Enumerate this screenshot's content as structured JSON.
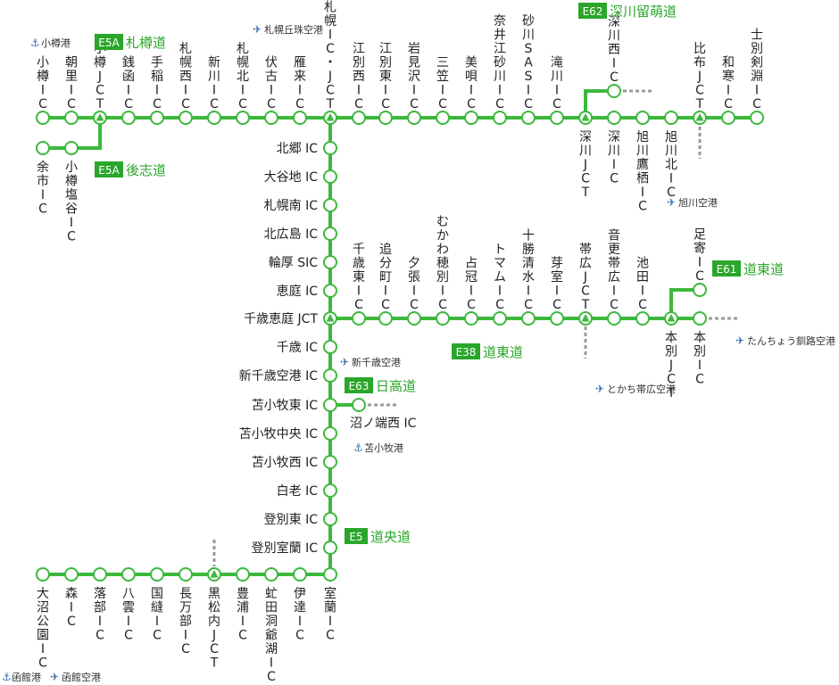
{
  "routes": {
    "e5a_sapporo": {
      "code": "E5A",
      "name": "札樽道"
    },
    "e5a_shiribeshi": {
      "code": "E5A",
      "name": "後志道"
    },
    "e62": {
      "code": "E62",
      "name": "深川留萌道"
    },
    "e61": {
      "code": "E61",
      "name": "道東道"
    },
    "e38": {
      "code": "E38",
      "name": "道東道"
    },
    "e63": {
      "code": "E63",
      "name": "日高道"
    },
    "e5": {
      "code": "E5",
      "name": "道央道"
    }
  },
  "top_line": [
    {
      "name": "小樽IC",
      "jct": false
    },
    {
      "name": "朝里IC",
      "jct": false
    },
    {
      "name": "小樽JCT",
      "jct": true
    },
    {
      "name": "銭函IC",
      "jct": false
    },
    {
      "name": "手稲IC",
      "jct": false
    },
    {
      "name": "札幌西IC",
      "jct": false
    },
    {
      "name": "新川IC",
      "jct": false
    },
    {
      "name": "札幌北IC",
      "jct": false
    },
    {
      "name": "伏古IC",
      "jct": false
    },
    {
      "name": "雁来IC",
      "jct": false
    },
    {
      "name": "札幌IC・JCT",
      "jct": true
    },
    {
      "name": "江別西IC",
      "jct": false
    },
    {
      "name": "江別東IC",
      "jct": false
    },
    {
      "name": "岩見沢IC",
      "jct": false
    },
    {
      "name": "三笠IC",
      "jct": false
    },
    {
      "name": "美唄IC",
      "jct": false
    },
    {
      "name": "奈井江砂川IC",
      "jct": false
    },
    {
      "name": "砂川SASIC",
      "jct": false
    },
    {
      "name": "滝川IC",
      "jct": false
    },
    {
      "name": "深川JCT",
      "jct": true
    },
    {
      "name": "深川IC",
      "jct": false
    },
    {
      "name": "旭川鷹栖IC",
      "jct": false
    },
    {
      "name": "旭川北IC",
      "jct": false
    },
    {
      "name": "比布JCT",
      "jct": true
    },
    {
      "name": "和寒IC",
      "jct": false
    },
    {
      "name": "士別剣淵IC",
      "jct": false
    }
  ],
  "shiribeshi_line": [
    "余市IC",
    "小樽塩谷IC"
  ],
  "rumoi_line": [
    "深川西IC"
  ],
  "e5_vertical": [
    "北郷 IC",
    "大谷地 IC",
    "札幌南 IC",
    "北広島 IC",
    "輪厚 SIC",
    "恵庭 IC",
    "千歳恵庭 JCT",
    "千歳 IC",
    "新千歳空港 IC",
    "苫小牧東 IC",
    "苫小牧中央 IC",
    "苫小牧西 IC",
    "白老 IC",
    "登別東 IC",
    "登別室蘭 IC"
  ],
  "hidaka_line": [
    "沼ノ端西 IC"
  ],
  "doto_line": [
    {
      "name": "千歳東IC",
      "jct": false
    },
    {
      "name": "追分町IC",
      "jct": false
    },
    {
      "name": "夕張IC",
      "jct": false
    },
    {
      "name": "むかわ穂別IC",
      "jct": false
    },
    {
      "name": "占冠IC",
      "jct": false
    },
    {
      "name": "トマムIC",
      "jct": false
    },
    {
      "name": "十勝清水IC",
      "jct": false
    },
    {
      "name": "芽室IC",
      "jct": false
    },
    {
      "name": "帯広JCT",
      "jct": true
    },
    {
      "name": "音更帯広IC",
      "jct": false
    },
    {
      "name": "池田IC",
      "jct": false
    },
    {
      "name": "本別JCT",
      "jct": true
    },
    {
      "name": "本別IC",
      "jct": false
    }
  ],
  "e61_line": [
    "足寄IC"
  ],
  "bottom_line": [
    {
      "name": "大沼公園IC",
      "jct": false
    },
    {
      "name": "森IC",
      "jct": false
    },
    {
      "name": "落部IC",
      "jct": false
    },
    {
      "name": "八雲IC",
      "jct": false
    },
    {
      "name": "国縫IC",
      "jct": false
    },
    {
      "name": "長万部IC",
      "jct": false
    },
    {
      "name": "黒松内JCT",
      "jct": true
    },
    {
      "name": "豊浦IC",
      "jct": false
    },
    {
      "name": "虻田洞爺湖IC",
      "jct": false
    },
    {
      "name": "伊達IC",
      "jct": false
    },
    {
      "name": "室蘭IC",
      "jct": false
    }
  ],
  "pois": {
    "otaru_port": "小樽港",
    "okadama_airport": "札幌丘珠空港",
    "asahikawa_airport": "旭川空港",
    "new_chitose_airport": "新千歳空港",
    "tomakomai_port": "苫小牧港",
    "tokachi_obihiro_airport": "とかち帯広空港",
    "kushiro_airport": "たんちょう釧路空港",
    "hakodate_port": "函館港",
    "hakodate_airport": "函館空港"
  },
  "icons": {
    "port": "anchor-icon",
    "airport": "airplane-icon"
  },
  "colors": {
    "line": "#3cb83c",
    "badge": "#2aa62a",
    "extension": "#9a9a9a"
  }
}
